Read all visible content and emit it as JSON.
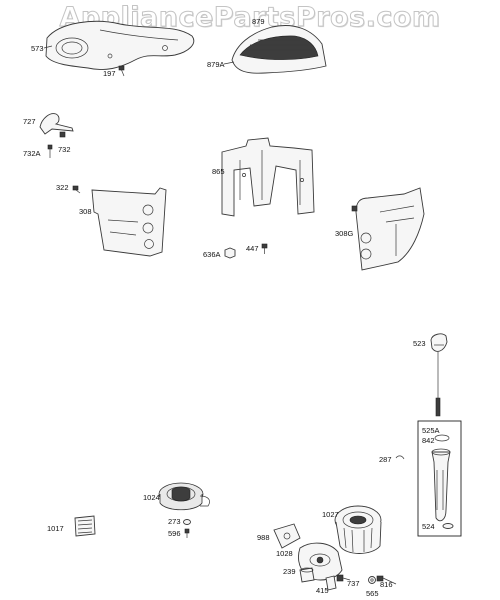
{
  "watermark": "AppliancePartsPros.com",
  "labels": {
    "p573": "573",
    "p197": "197",
    "p879": "879",
    "p879A": "879A",
    "p727": "727",
    "p732A": "732A",
    "p732": "732",
    "p865": "865",
    "p322": "322",
    "p308": "308",
    "p308G": "308G",
    "p636A": "636A",
    "p447": "447",
    "p523": "523",
    "p525A": "525A",
    "p842": "842",
    "p287": "287",
    "p524": "524",
    "p1024": "1024",
    "p273": "273",
    "p596": "596",
    "p1017": "1017",
    "p1027": "1027",
    "p988": "988",
    "p1028": "1028",
    "p239": "239",
    "p415": "415",
    "p737": "737",
    "p816": "816",
    "p565": "565"
  }
}
